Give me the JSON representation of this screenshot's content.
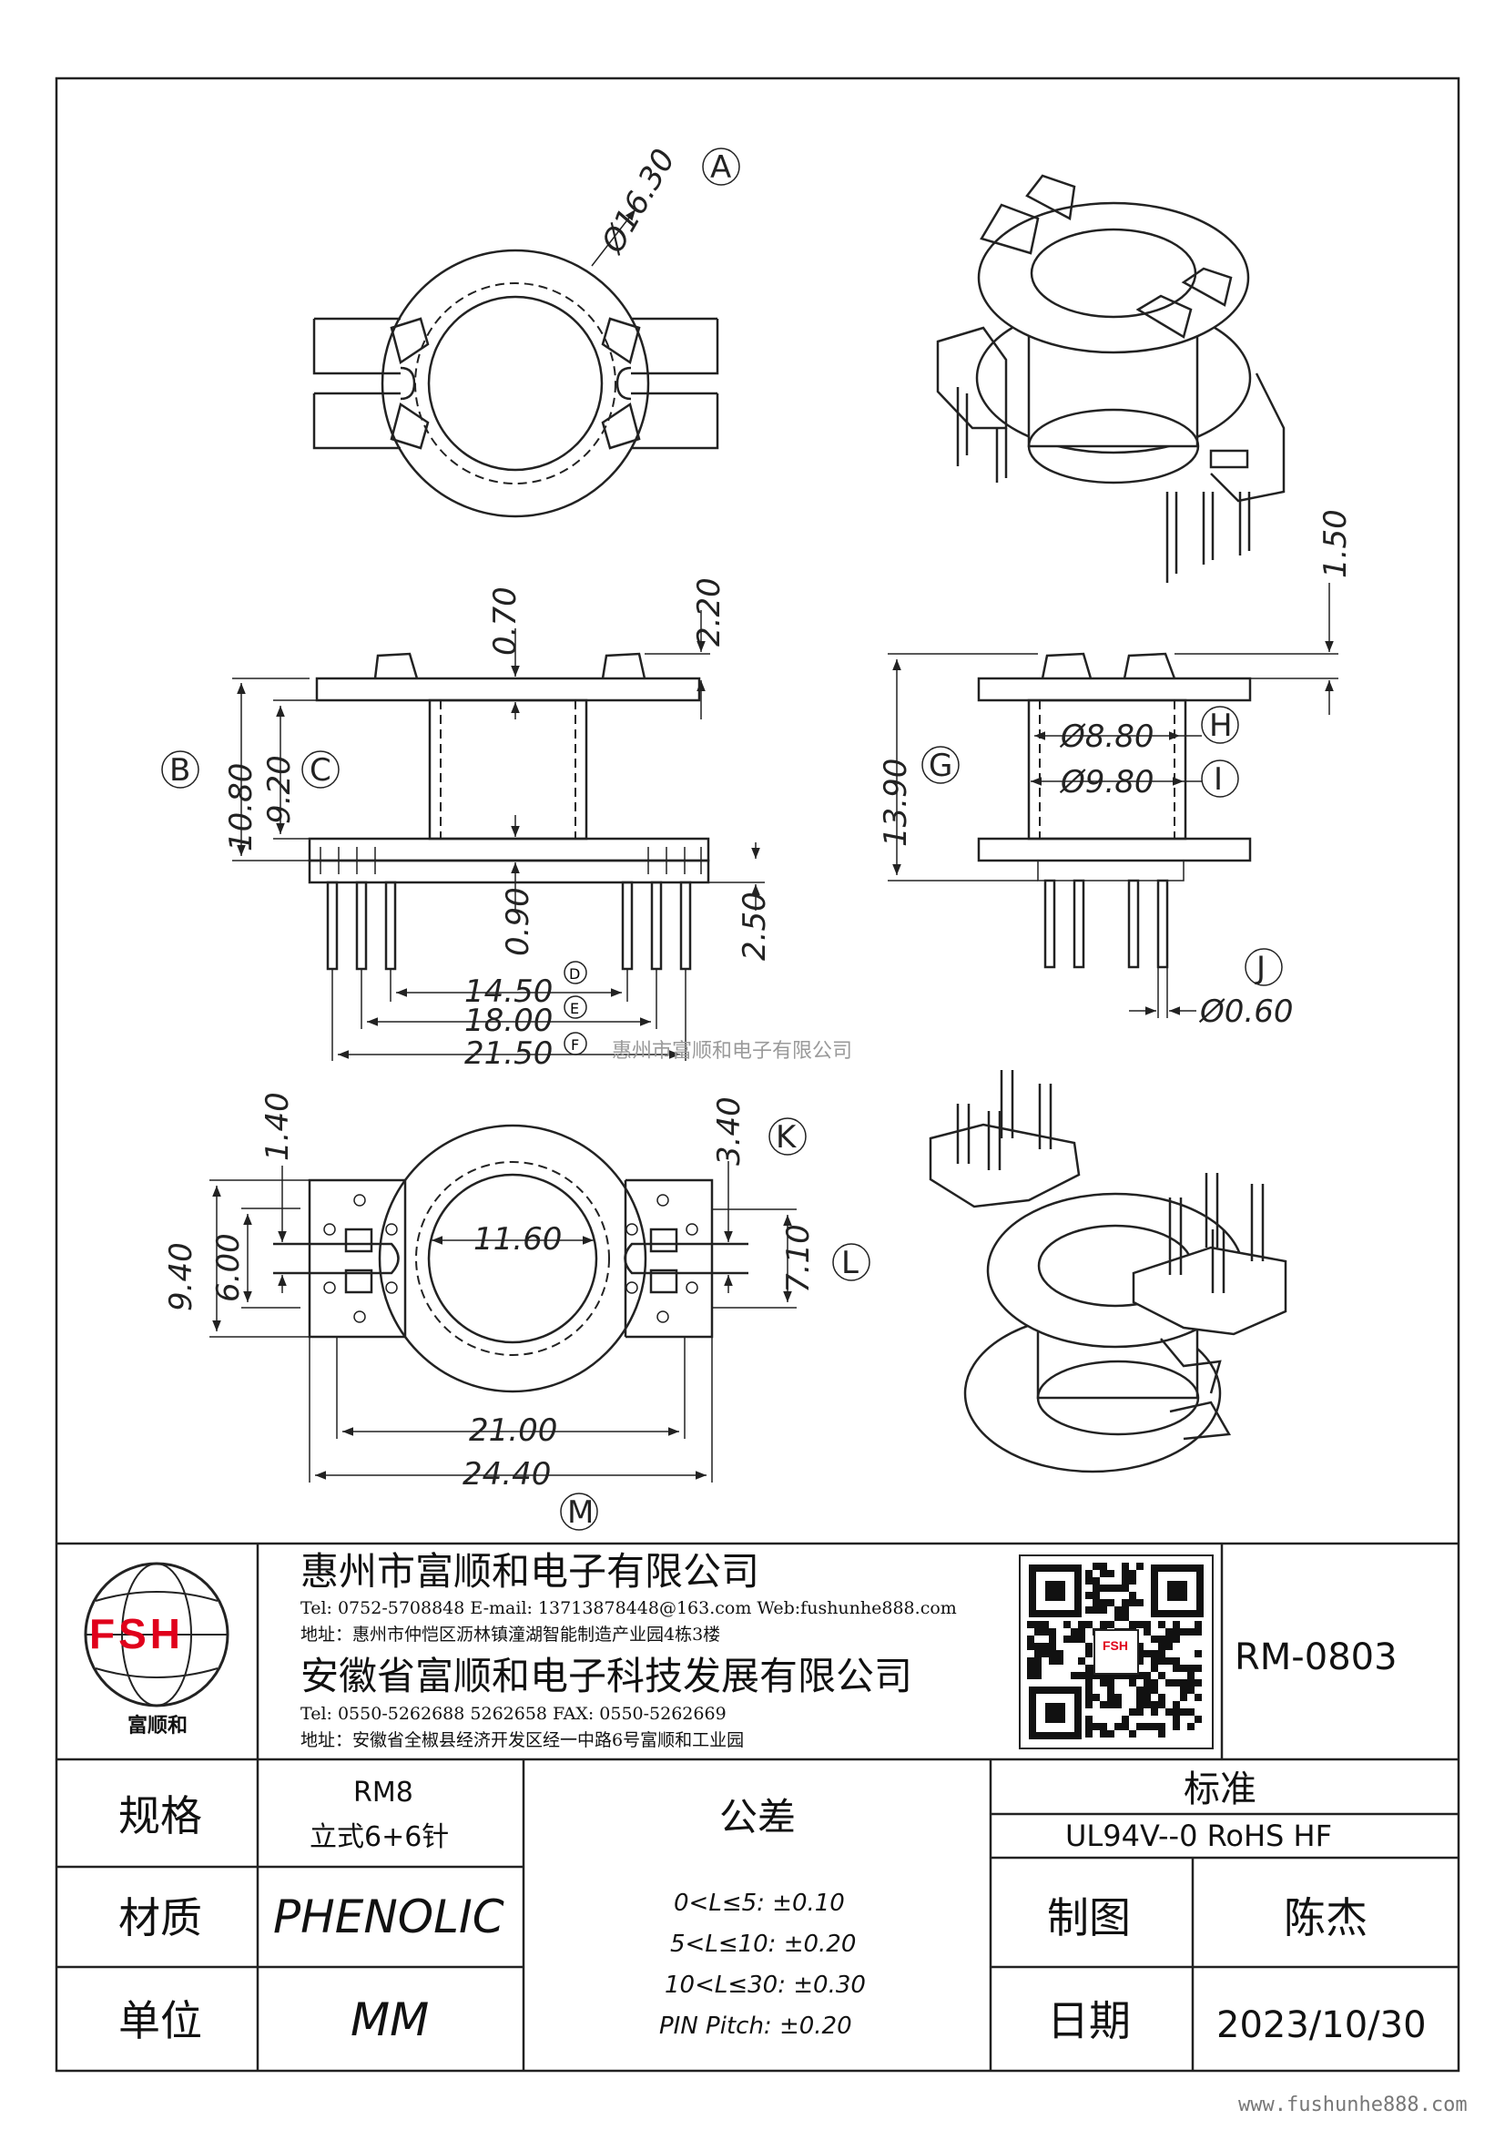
{
  "watermark": "惠州市富顺和电子有限公司",
  "footer_url": "www.fushunhe888.com",
  "views": {
    "A": "A",
    "B": "B",
    "C": "C",
    "D": "D",
    "E": "E",
    "F": "F",
    "G": "G",
    "H": "H",
    "I": "I",
    "J": "J",
    "K": "K",
    "L": "L",
    "M": "M"
  },
  "dimensions": {
    "dia_16_30": "Ø16.30",
    "d_0_70": "0.70",
    "d_2_20": "2.20",
    "d_1_50": "1.50",
    "d_10_80": "10.80",
    "d_9_20": "9.20",
    "d_0_90": "0.90",
    "d_2_50": "2.50",
    "d_14_50": "14.50",
    "d_18_00": "18.00",
    "d_21_50": "21.50",
    "d_13_90": "13.90",
    "dia_8_80": "Ø8.80",
    "dia_9_80": "Ø9.80",
    "dia_0_60": "Ø0.60",
    "d_1_40": "1.40",
    "d_3_40": "3.40",
    "d_9_40": "9.40",
    "d_6_00": "6.00",
    "d_11_60": "11.60",
    "d_7_10": "7.10",
    "d_21_00": "21.00",
    "d_24_40": "24.40"
  },
  "title_block": {
    "logo_text": "FSH",
    "logo_name": "富顺和",
    "company1": "惠州市富顺和电子有限公司",
    "company1_contact": "Tel:  0752-5708848  E-mail: 13713878448@163.com  Web:fushunhe888.com",
    "company1_address": "地址：惠州市仲恺区沥林镇潼湖智能制造产业园4栋3楼",
    "company2": "安徽省富顺和电子科技发展有限公司",
    "company2_contact": "Tel:   0550-5262688   5262658       FAX:  0550-5262669",
    "company2_address": "地址：安徽省全椒县经济开发区经一中路6号富顺和工业园",
    "qr_label": "FSH",
    "part_no": "RM-0803",
    "spec_label": "规格",
    "spec_value1": "RM8",
    "spec_value2": "立式6+6针",
    "tolerance_label": "公差",
    "standard_label": "标准",
    "standard_value": "UL94V--0  RoHS HF",
    "material_label": "材质",
    "material_value": "PHENOLIC",
    "tol1": "0<L≤5: ±0.10",
    "tol2": "5<L≤10: ±0.20",
    "tol3": "10<L≤30: ±0.30",
    "tol4": "PIN Pitch: ±0.20",
    "drawn_label": "制图",
    "drawn_value": "陈杰",
    "unit_label": "单位",
    "unit_value": "MM",
    "date_label": "日期",
    "date_value": "2023/10/30"
  }
}
